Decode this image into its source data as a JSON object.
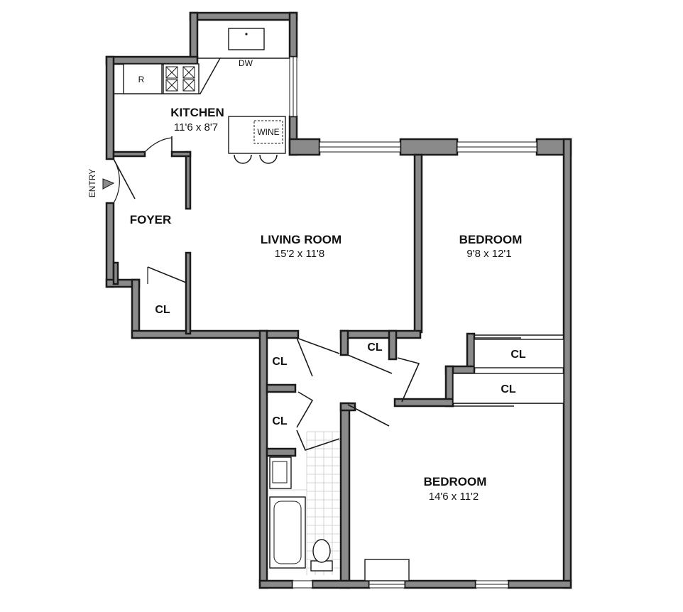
{
  "rooms": {
    "kitchen": {
      "name": "KITCHEN",
      "dims": "11'6 x 8'7"
    },
    "living_room": {
      "name": "LIVING ROOM",
      "dims": "15'2 x 11'8"
    },
    "bedroom_1": {
      "name": "BEDROOM",
      "dims": "9'8 x 12'1"
    },
    "bedroom_2": {
      "name": "BEDROOM",
      "dims": "14'6 x 11'2"
    },
    "foyer": {
      "name": "FOYER"
    }
  },
  "labels": {
    "entry": "ENTRY",
    "refrigerator": "R",
    "dishwasher": "DW",
    "wine": "WINE",
    "closet": "CL"
  },
  "colors": {
    "wall": "#8a8a8a",
    "outline": "#1a1a1a",
    "tile": "#c7c7c7"
  }
}
